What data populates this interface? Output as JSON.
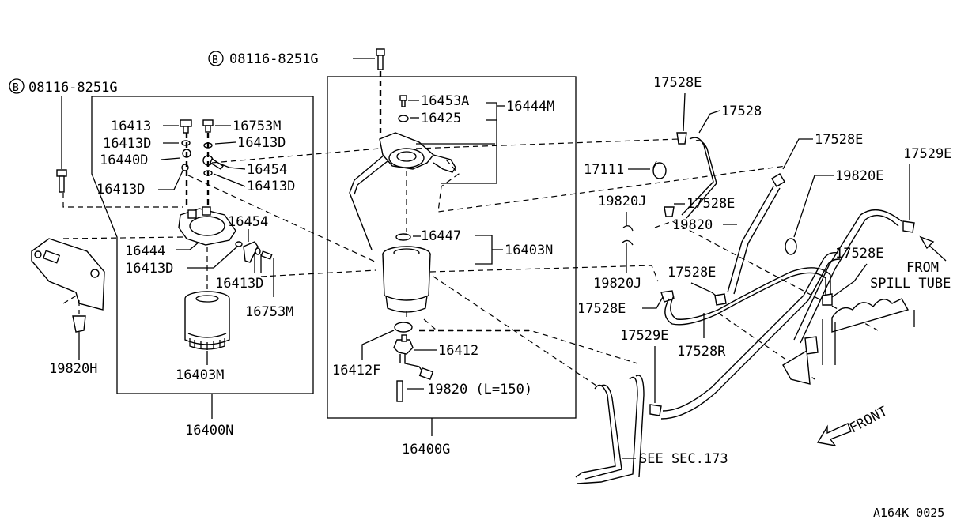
{
  "diagram": {
    "drawing_code": "A164K 0025",
    "bolt_symbol": "B",
    "labels": {
      "bolt_left": "08116-8251G",
      "bolt_top": "08116-8251G",
      "p16413": "16413",
      "p16413D_a": "16413D",
      "p16440D": "16440D",
      "p16413D_b": "16413D",
      "p16753M_a": "16753M",
      "p16413D_c": "16413D",
      "p16454_a": "16454",
      "p16413D_d": "16413D",
      "p16454_b": "16454",
      "p16444": "16444",
      "p16413D_e": "16413D",
      "p16413D_f": "16413D",
      "p16753M_b": "16753M",
      "p16403M": "16403M",
      "p16400N": "16400N",
      "p19820H": "19820H",
      "p16453A": "16453A",
      "p16425": "16425",
      "p16444M": "16444M",
      "p16447": "16447",
      "p16403N": "16403N",
      "p16412": "16412",
      "p16412F": "16412F",
      "p19820L": "19820 (L=150)",
      "p16400G": "16400G",
      "p17528E_a": "17528E",
      "p17528": "17528",
      "p17111": "17111",
      "p17528E_b": "17528E",
      "p17528E_c": "17528E",
      "p17529E_a": "17529E",
      "p19820J_a": "19820J",
      "p19820": "19820",
      "p19820E": "19820E",
      "p19820J_b": "19820J",
      "p17528E_d": "17528E",
      "p17528E_e": "17528E",
      "p17528E_f": "17528E",
      "p17529E_b": "17529E",
      "p17528R": "17528R",
      "from_line1": "FROM",
      "from_line2": "SPILL TUBE",
      "see_sec": "SEE SEC.173",
      "front": "FRONT"
    }
  }
}
